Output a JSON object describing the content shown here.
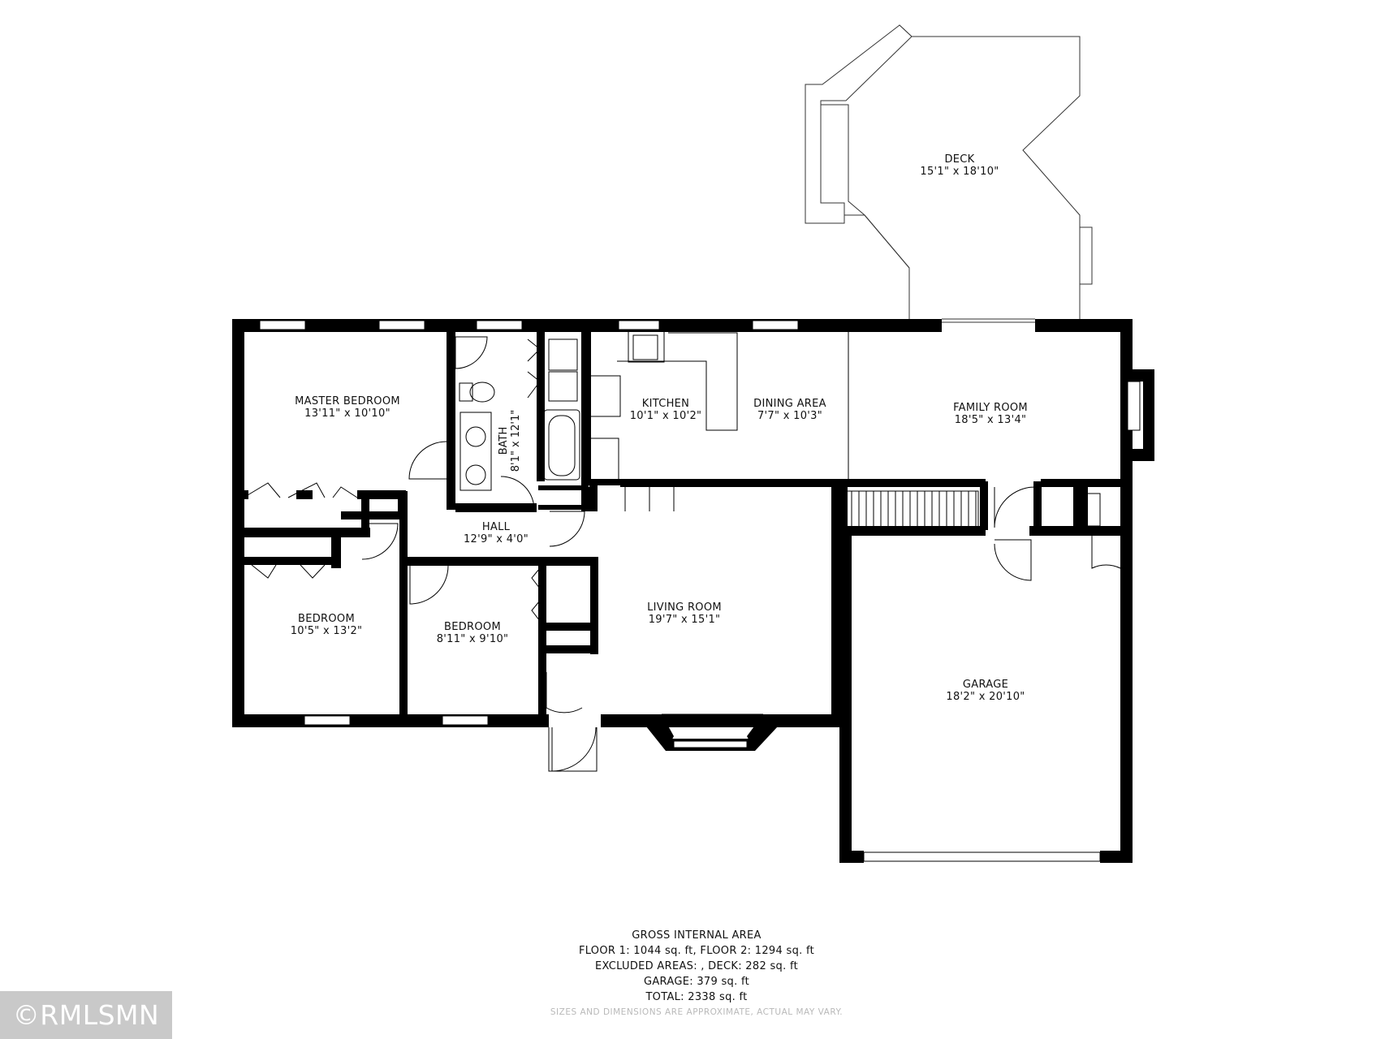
{
  "rooms": {
    "deck": {
      "name": "DECK",
      "dims": "15'1\" x 18'10\""
    },
    "master_bedroom": {
      "name": "MASTER BEDROOM",
      "dims": "13'11\" x 10'10\""
    },
    "bath": {
      "name": "BATH",
      "dims": "8'1\" x 12'1\""
    },
    "kitchen": {
      "name": "KITCHEN",
      "dims": "10'1\" x 10'2\""
    },
    "dining_area": {
      "name": "DINING AREA",
      "dims": "7'7\" x 10'3\""
    },
    "family_room": {
      "name": "FAMILY ROOM",
      "dims": "18'5\" x 13'4\""
    },
    "hall": {
      "name": "HALL",
      "dims": "12'9\" x 4'0\""
    },
    "bedroom_1": {
      "name": "BEDROOM",
      "dims": "10'5\" x 13'2\""
    },
    "bedroom_2": {
      "name": "BEDROOM",
      "dims": "8'11\" x 9'10\""
    },
    "living_room": {
      "name": "LIVING ROOM",
      "dims": "19'7\" x 15'1\""
    },
    "garage": {
      "name": "GARAGE",
      "dims": "18'2\" x 20'10\""
    }
  },
  "area_summary": {
    "title": "GROSS INTERNAL AREA",
    "floors": "FLOOR 1: 1044 sq. ft, FLOOR 2: 1294 sq. ft",
    "excluded": "EXCLUDED AREAS: , DECK: 282 sq. ft",
    "garage": "GARAGE: 379 sq. ft",
    "total": "TOTAL: 2338 sq. ft",
    "note": "SIZES AND DIMENSIONS ARE APPROXIMATE, ACTUAL MAY VARY."
  },
  "watermark": "©RMLSMN",
  "colors": {
    "wall": "#000000",
    "background": "#ffffff",
    "watermark_bg": "#c9c9c9"
  }
}
